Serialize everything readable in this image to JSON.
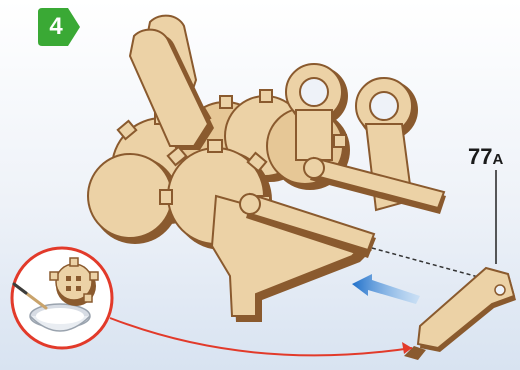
{
  "step": {
    "number": "4",
    "badge_color": "#3aa935"
  },
  "part": {
    "number": "77",
    "letter": "A"
  },
  "colors": {
    "background_top": "#ffffff",
    "background_bottom": "#d8e3f1",
    "wood_face": "#ecd2a6",
    "wood_edge": "#8a5a2e",
    "arrow_blue": "#4a8fd6",
    "callout_red": "#e23a2a"
  },
  "icons": [
    "glue-bowl-icon",
    "brush-icon",
    "push-arrow-icon"
  ]
}
